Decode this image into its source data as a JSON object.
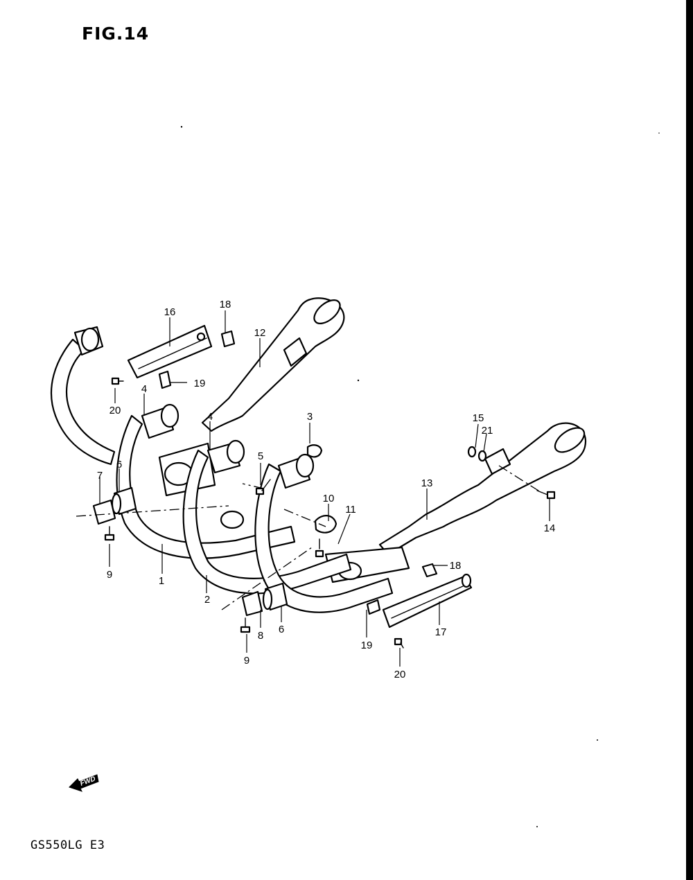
{
  "figure": {
    "title": "FIG.14",
    "model_code": "GS550LG  E3",
    "fwd_label": "FWD"
  },
  "callouts": [
    "1",
    "2",
    "3",
    "4",
    "4",
    "5",
    "6",
    "6",
    "7",
    "8",
    "9",
    "9",
    "10",
    "11",
    "12",
    "13",
    "14",
    "15",
    "16",
    "17",
    "18",
    "18",
    "19",
    "19",
    "20",
    "20",
    "21"
  ]
}
